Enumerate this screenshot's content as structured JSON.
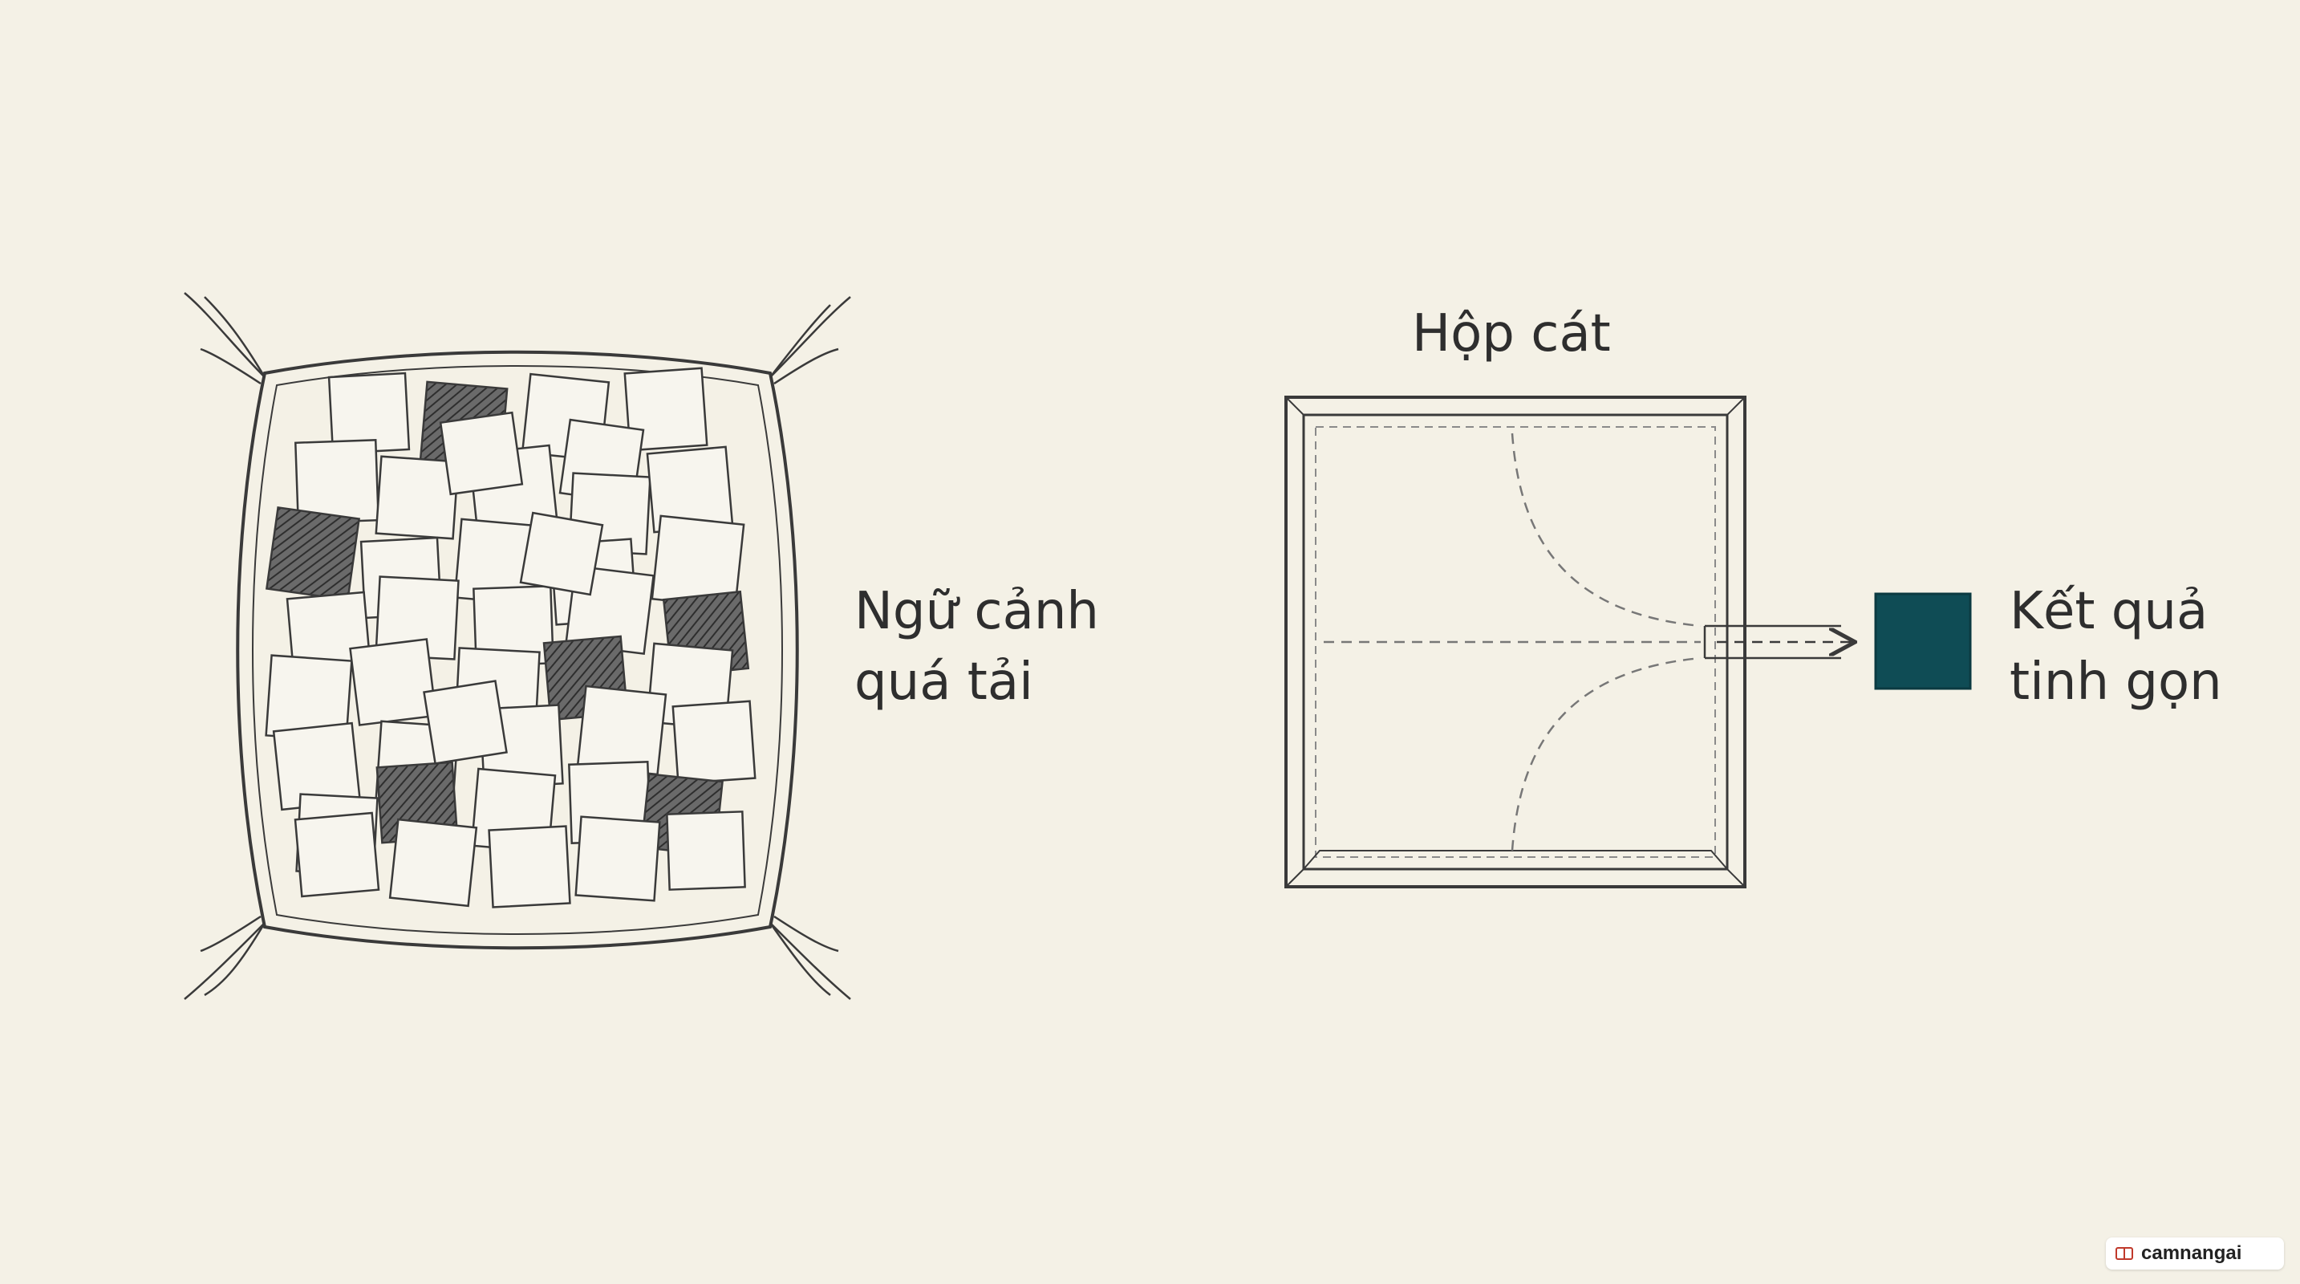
{
  "labels": {
    "overload_line1": "Ngữ cảnh",
    "overload_line2": "quá tải",
    "sandbox": "Hộp cát",
    "result_line1": "Kết quả",
    "result_line2": "tinh gọn"
  },
  "watermark": {
    "text": "camnangai",
    "icon": "book-icon"
  },
  "colors": {
    "background": "#f4f1e6",
    "ink": "#3a3a3a",
    "result_square": "#0f4c55",
    "hatched_card": "#555555"
  }
}
